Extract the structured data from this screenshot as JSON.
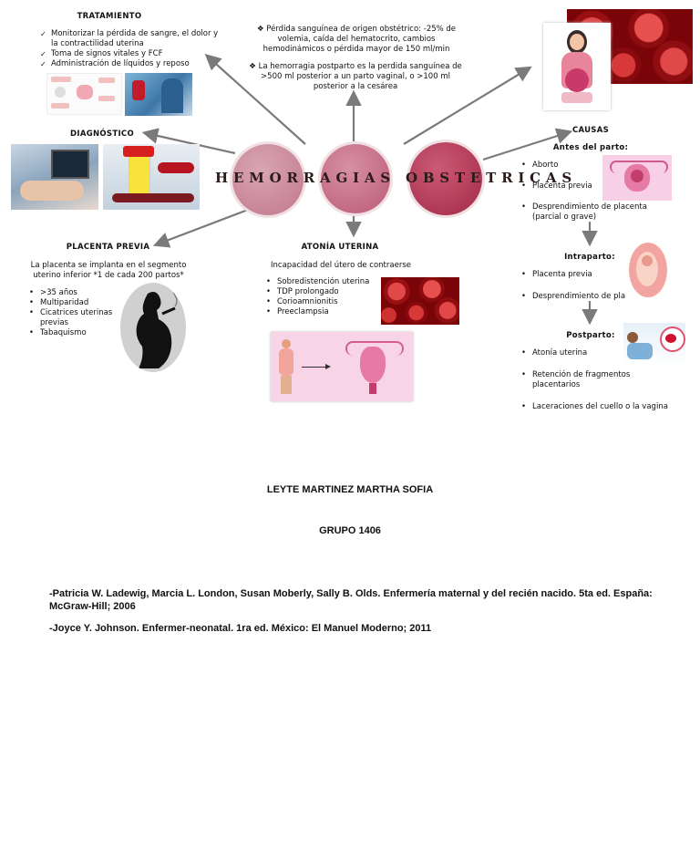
{
  "tratamiento": {
    "title": "TRATAMIENTO",
    "items": [
      "Monitorizar la pérdida de sangre, el dolor y la contractilidad uterina",
      "Toma de signos vitales y  FCF",
      "Administración de líquidos y reposo"
    ]
  },
  "definicion": {
    "line1": "Pérdida sanguínea de origen obstétrico: -25% de volemia, caída del hematocrito, cambios hemodinámicos o pérdida mayor de 150 ml/min",
    "line2": "La hemorragia postparto es la perdida sanguínea de >500 ml posterior a un parto vaginal, o >100 ml posterior a la cesárea"
  },
  "center_title": "HEMORRAGIAS OBSTETRICAS",
  "diagnostico": {
    "title": "DIAGNÓSTICO"
  },
  "placenta_previa": {
    "title": "PLACENTA PREVIA",
    "desc": "La placenta se implanta en el segmento uterino inferior *1 de cada 200 partos*",
    "items": [
      ">35 años",
      "Multiparidad",
      "Cicatrices uterinas previas",
      "Tabaquismo"
    ]
  },
  "atonia": {
    "title": "ATONÍA UTERINA",
    "desc": "Incapacidad del útero de contraerse",
    "items": [
      "Sobredistención uterina",
      "TDP prolongado",
      "Corioamnionitis",
      "Preeclampsia"
    ]
  },
  "causas": {
    "title": "CAUSAS",
    "antes": {
      "title": "Antes del parto:",
      "items": [
        "Aborto",
        "Placenta previa",
        "Desprendimiento de placenta (parcial o grave)"
      ]
    },
    "intraparto": {
      "title": "Intraparto:",
      "items": [
        "Placenta previa",
        "Desprendimiento de placenta"
      ]
    },
    "postparto": {
      "title": "Postparto:",
      "items": [
        "Atonía uterina",
        "Retención de fragmentos placentarios",
        "Laceraciones del cuello o la vagina"
      ]
    }
  },
  "author": "LEYTE MARTINEZ MARTHA SOFIA",
  "group": "GRUPO 1406",
  "references": [
    "-Patricia W. Ladewig, Marcia L. London, Susan Moberly, Sally B. Olds. Enfermería maternal y del recién nacido. 5ta ed. España: McGraw-Hill; 2006",
    "-Joyce Y. Johnson. Enfermer-neonatal. 1ra ed. México: El Manuel Moderno; 2011"
  ],
  "colors": {
    "circle1": "#c98a9a",
    "circle2": "#c46b85",
    "circle3": "#b43a55",
    "arrow": "#7a7a7a"
  }
}
